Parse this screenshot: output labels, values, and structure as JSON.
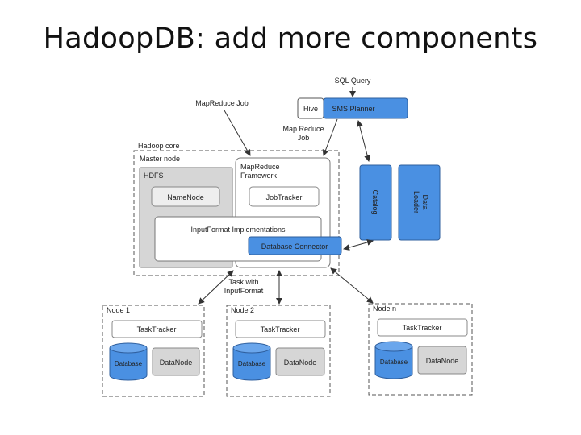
{
  "slide": {
    "title": "HadoopDB: add more components"
  },
  "diagram": {
    "sql_query": "SQL Query",
    "hive": "Hive",
    "sms_planner": "SMS Planner",
    "mapreduce_job_left": "MapReduce Job",
    "mapreduce_job_right_line1": "Map.Reduce",
    "mapreduce_job_right_line2": "Job",
    "hadoop_core": "Hadoop core",
    "master_node": "Master node",
    "hdfs": "HDFS",
    "namenode": "NameNode",
    "mapreduce_framework_line1": "MapReduce",
    "mapreduce_framework_line2": "Framework",
    "jobtracker": "JobTracker",
    "inputformat": "InputFormat Implementations",
    "database_connector": "Database Connector",
    "catalog": "Catalog",
    "data_loader_line1": "Data",
    "data_loader_line2": "Loader",
    "task_with_line1": "Task with",
    "task_with_line2": "InputFormat",
    "nodes": [
      {
        "label": "Node 1",
        "tasktracker": "TaskTracker",
        "database": "Database",
        "datanode": "DataNode"
      },
      {
        "label": "Node 2",
        "tasktracker": "TaskTracker",
        "database": "Database",
        "datanode": "DataNode"
      },
      {
        "label": "Node n",
        "tasktracker": "TaskTracker",
        "database": "Database",
        "datanode": "DataNode"
      }
    ]
  },
  "colors": {
    "blue": "#4a90e2",
    "blue_stroke": "#2f5f9e",
    "gray_fill": "#d6d6d6",
    "dash": "#555555"
  }
}
